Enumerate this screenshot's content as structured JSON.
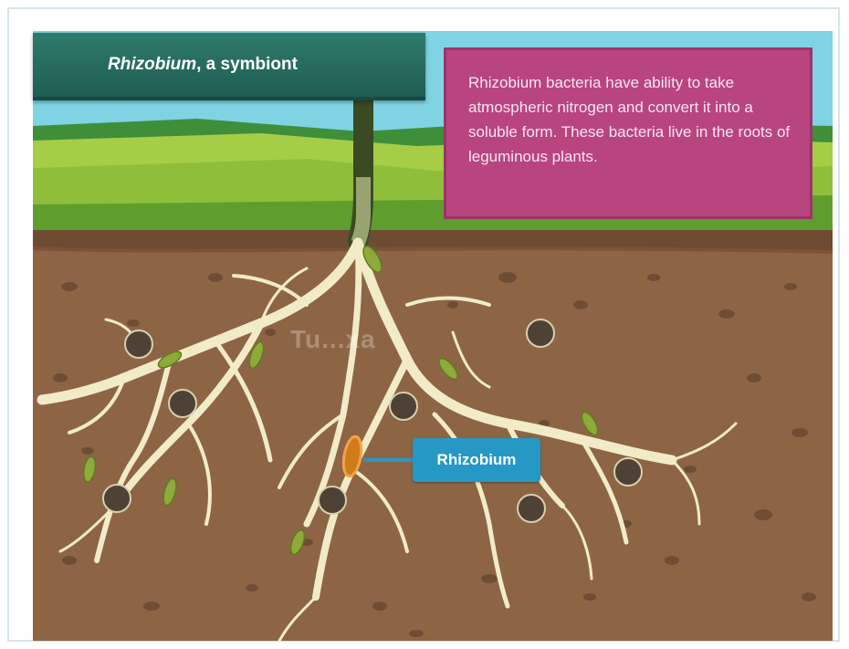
{
  "title": {
    "italic": "Rhizobium",
    "rest": ", a symbiont"
  },
  "info_text": "Rhizobium bacteria have ability to take atmospheric nitrogen and convert it into a soluble form. These bacteria live in the roots of leguminous plants.",
  "callout_label": "Rhizobium",
  "watermark": "Tu...xa",
  "colors": {
    "sky": "#7fd3e3",
    "soil": "#8d6545",
    "grass": "#8fbf3a",
    "root": "#f1ecc7",
    "banner": "#2a6e62",
    "info_box": "#b8457f",
    "callout": "#2698c5"
  }
}
